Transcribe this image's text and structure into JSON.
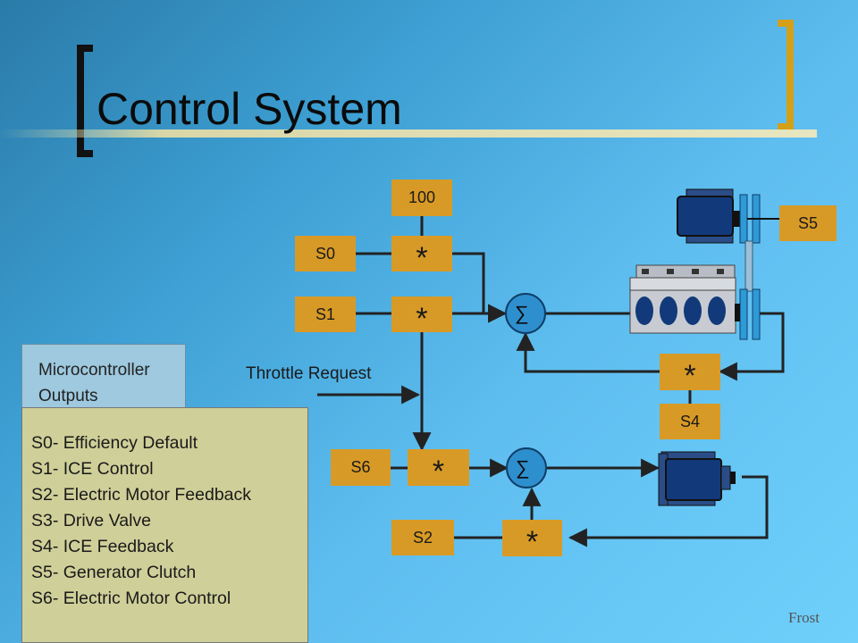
{
  "slide": {
    "title": "Control System",
    "footer": "Frost"
  },
  "microcontroller": {
    "heading": "Microcontroller\nOutputs",
    "outputs": [
      "S0- Efficiency Default",
      "S1- ICE Control",
      "S2- Electric Motor Feedback",
      "S3- Drive Valve",
      "S4- ICE Feedback",
      "S5- Generator Clutch",
      "S6- Electric Motor Control"
    ]
  },
  "diagram": {
    "constant_100": "100",
    "signals": {
      "s0": "S0",
      "s1": "S1",
      "s2": "S2",
      "s4": "S4",
      "s5": "S5",
      "s6": "S6"
    },
    "multiply_symbol": "*",
    "sum_symbol": "∑",
    "throttle_label": "Throttle Request",
    "colors": {
      "block": "#d89a26",
      "wire": "#222222",
      "motor_body": "#123a7a",
      "bracket_accent": "#d4a017"
    }
  }
}
